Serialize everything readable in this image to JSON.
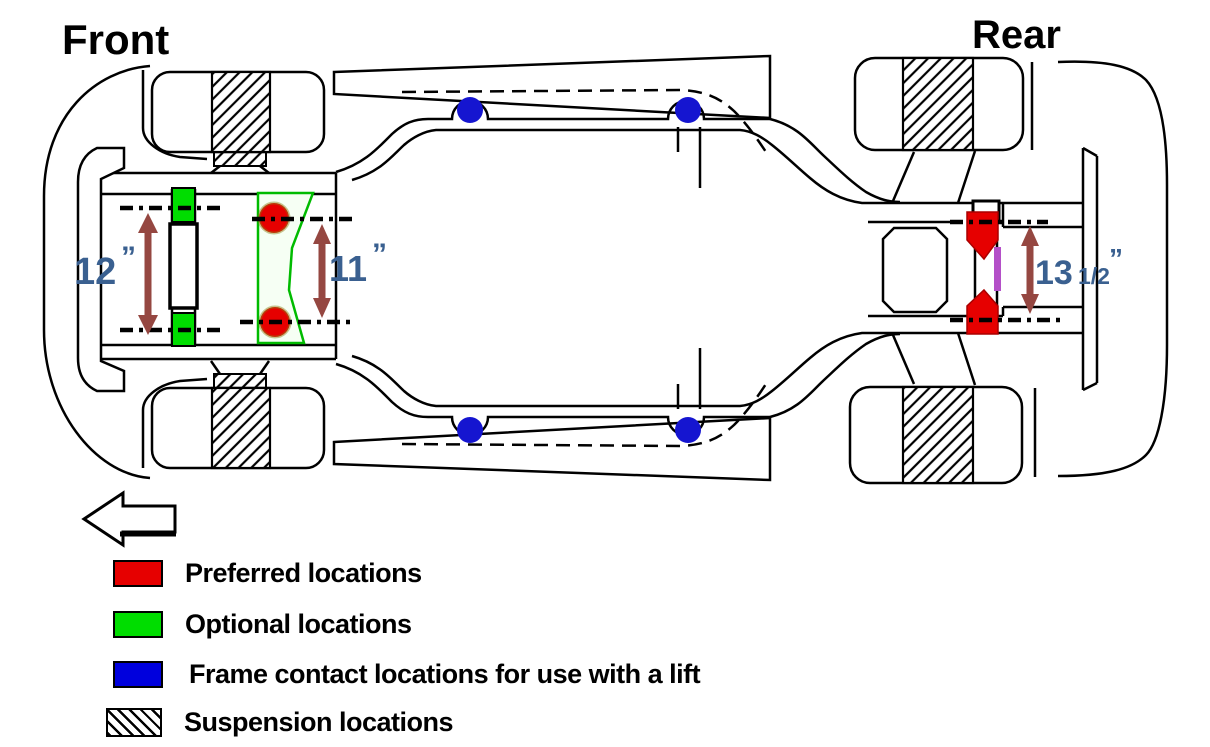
{
  "title_front": "Front",
  "title_rear": "Rear",
  "measurements": {
    "front_outer": {
      "value": "12",
      "unit": "”"
    },
    "front_inner": {
      "value": "11",
      "unit": "”"
    },
    "rear": {
      "value": "13",
      "fraction": "1/2",
      "unit": "”"
    }
  },
  "legend": {
    "items": [
      {
        "label": "Preferred locations",
        "color": "#e60000",
        "style": "solid"
      },
      {
        "label": "Optional locations",
        "color": "#00dd00",
        "style": "solid"
      },
      {
        "label": "Frame contact locations for use with a lift",
        "color": "#0000dd",
        "style": "solid"
      },
      {
        "label": "Suspension locations",
        "color": "hatched",
        "style": "hatch"
      }
    ]
  },
  "icons": {
    "direction_arrow": "left-block-arrow-icon"
  },
  "colors": {
    "preferred": "#e60000",
    "optional": "#00dd00",
    "frame_contact": "#1515d0",
    "suspension_hatch": "#000000",
    "measurement_text": "#3a6090",
    "dimension_arrow": "#954741",
    "outline": "#000000",
    "rear_purple_marker": "#b44fc8"
  }
}
